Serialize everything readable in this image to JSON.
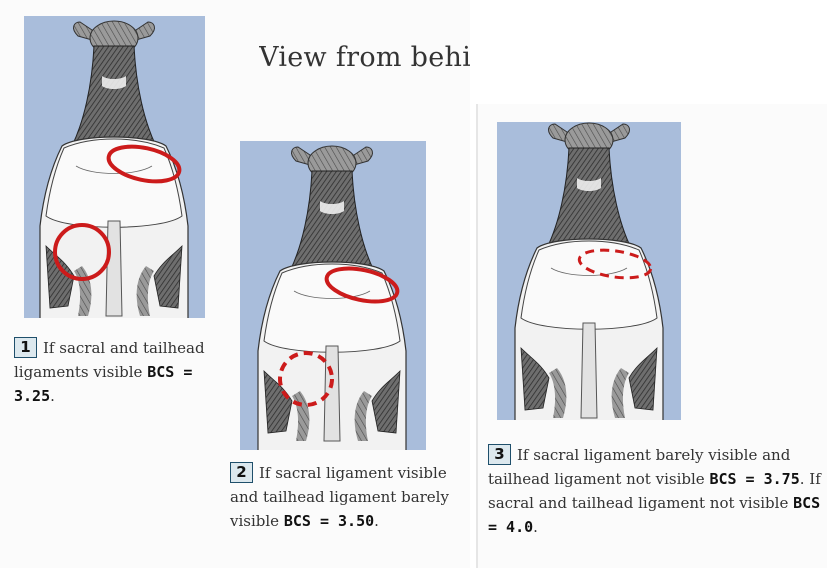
{
  "heading": "View from behi",
  "colors": {
    "backdrop": "#a9bddb",
    "circle": "#cc1b1b",
    "number_box_fill": "#dce8ee",
    "number_box_border": "#1f4f6b"
  },
  "panels": [
    {
      "number": "1",
      "text_before": "If sacral and tailhead ligaments visible",
      "bcs_value": "BCS = 3.25",
      "text_after": ".",
      "markers": [
        "solid-ellipse-sacral",
        "solid-circle-tailhead"
      ]
    },
    {
      "number": "2",
      "text_before": "If sacral ligament visible and tailhead ligament barely visible",
      "bcs_value": "BCS = 3.50",
      "text_after": ".",
      "markers": [
        "solid-ellipse-sacral",
        "dashed-circle-tailhead"
      ]
    },
    {
      "number": "3",
      "text_before": "If sacral ligament barely visible and tailhead ligament not visible",
      "bcs_value": "BCS = 3.75",
      "text_middle": ". If sacral and tailhead ligament not visible",
      "bcs_value_2": "BCS = 4.0",
      "text_after": ".",
      "markers": [
        "dashed-ellipse-sacral"
      ]
    }
  ]
}
